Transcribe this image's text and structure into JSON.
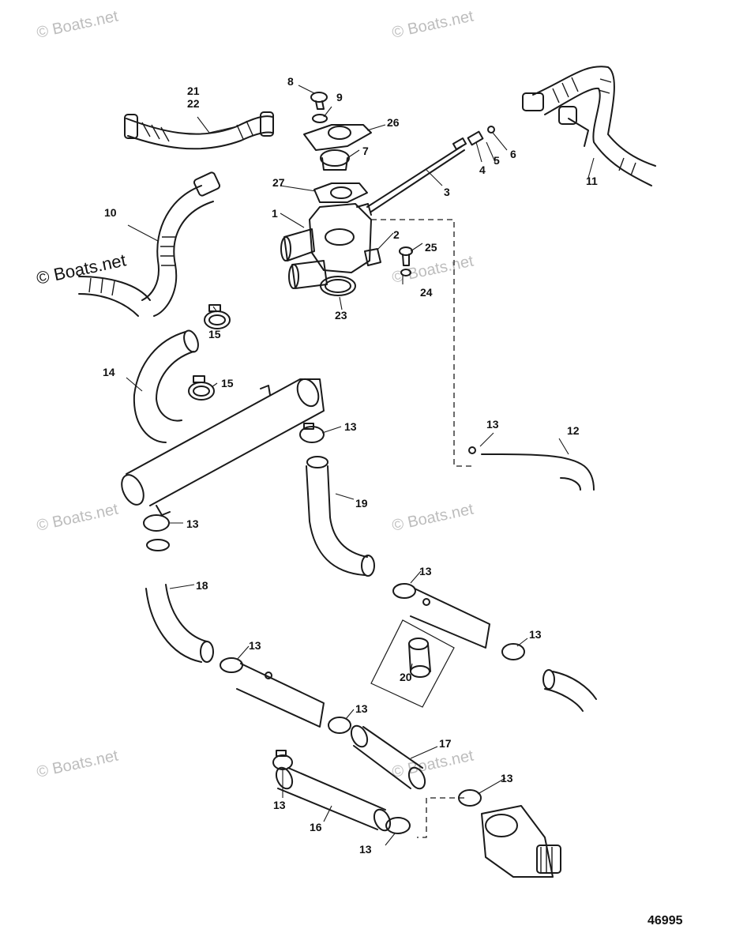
{
  "watermark": {
    "text": "© Boats.net",
    "color": "#bdbdbd"
  },
  "figure_number": "46995",
  "callouts": {
    "c1": "1",
    "c2": "2",
    "c3": "3",
    "c4": "4",
    "c5": "5",
    "c6": "6",
    "c7": "7",
    "c8": "8",
    "c9": "9",
    "c10": "10",
    "c11": "11",
    "c12": "12",
    "c13": "13",
    "c14": "14",
    "c15": "15",
    "c16": "16",
    "c17": "17",
    "c18": "18",
    "c19": "19",
    "c20": "20",
    "c21": "21",
    "c22": "22",
    "c23": "23",
    "c24": "24",
    "c25": "25",
    "c26": "26",
    "c27": "27"
  }
}
